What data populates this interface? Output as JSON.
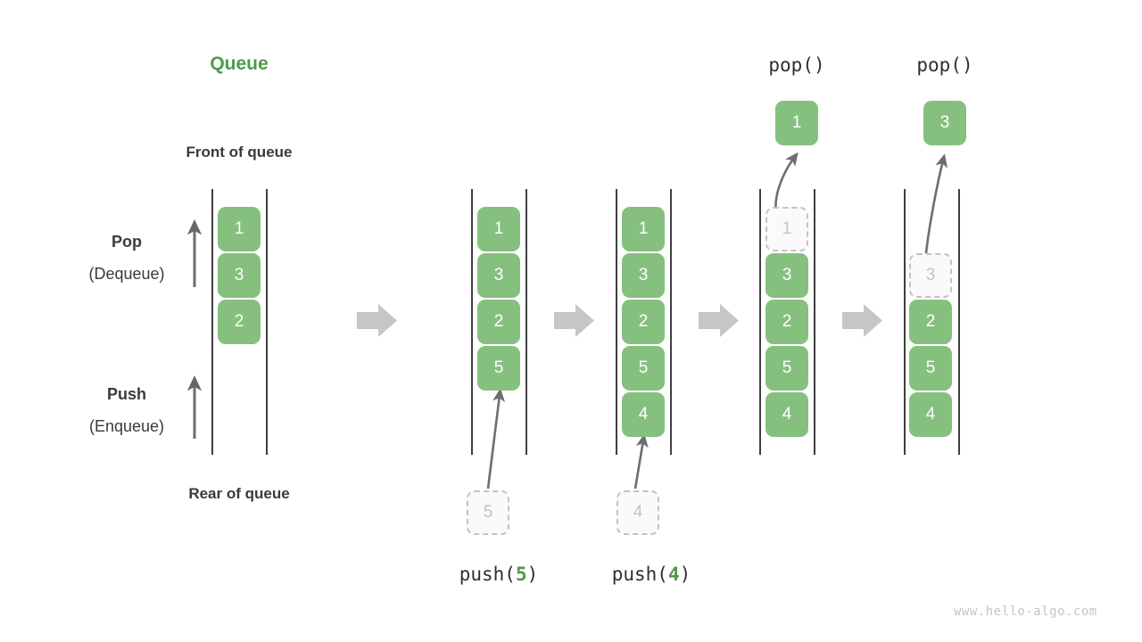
{
  "title": "Queue",
  "labels": {
    "front": "Front of queue",
    "rear": "Rear of queue",
    "pop_strong": "Pop",
    "pop_sub": "(Dequeue)",
    "push_strong": "Push",
    "push_sub": "(Enqueue)"
  },
  "colors": {
    "accent_green": "#4f9a4a",
    "cell_green": "#86c07f",
    "ghost_grey": "#c3c3c3",
    "arrow_grey": "#c6c6c6",
    "ink": "#3a3a3a"
  },
  "watermark": "www.hello-algo.com",
  "stages": [
    {
      "name": "initial",
      "cells": [
        {
          "value": "1",
          "state": "filled"
        },
        {
          "value": "3",
          "state": "filled"
        },
        {
          "value": "2",
          "state": "filled"
        }
      ],
      "op_prefix": "",
      "op_arg": "",
      "op_suffix": "",
      "incoming": "",
      "popped": ""
    },
    {
      "name": "push-5",
      "cells": [
        {
          "value": "1",
          "state": "filled"
        },
        {
          "value": "3",
          "state": "filled"
        },
        {
          "value": "2",
          "state": "filled"
        },
        {
          "value": "5",
          "state": "filled"
        }
      ],
      "op_prefix": "push(",
      "op_arg": "5",
      "op_suffix": ")",
      "incoming": "5",
      "popped": ""
    },
    {
      "name": "push-4",
      "cells": [
        {
          "value": "1",
          "state": "filled"
        },
        {
          "value": "3",
          "state": "filled"
        },
        {
          "value": "2",
          "state": "filled"
        },
        {
          "value": "5",
          "state": "filled"
        },
        {
          "value": "4",
          "state": "filled"
        }
      ],
      "op_prefix": "push(",
      "op_arg": "4",
      "op_suffix": ")",
      "incoming": "4",
      "popped": ""
    },
    {
      "name": "pop-1",
      "cells": [
        {
          "value": "1",
          "state": "ghost"
        },
        {
          "value": "3",
          "state": "filled"
        },
        {
          "value": "2",
          "state": "filled"
        },
        {
          "value": "5",
          "state": "filled"
        },
        {
          "value": "4",
          "state": "filled"
        }
      ],
      "op_prefix": "pop()",
      "op_arg": "",
      "op_suffix": "",
      "incoming": "",
      "popped": "1"
    },
    {
      "name": "pop-3",
      "cells": [
        {
          "value": "3",
          "state": "ghost"
        },
        {
          "value": "2",
          "state": "filled"
        },
        {
          "value": "5",
          "state": "filled"
        },
        {
          "value": "4",
          "state": "filled"
        }
      ],
      "op_prefix": "pop()",
      "op_arg": "",
      "op_suffix": "",
      "incoming": "",
      "popped": "3"
    }
  ]
}
